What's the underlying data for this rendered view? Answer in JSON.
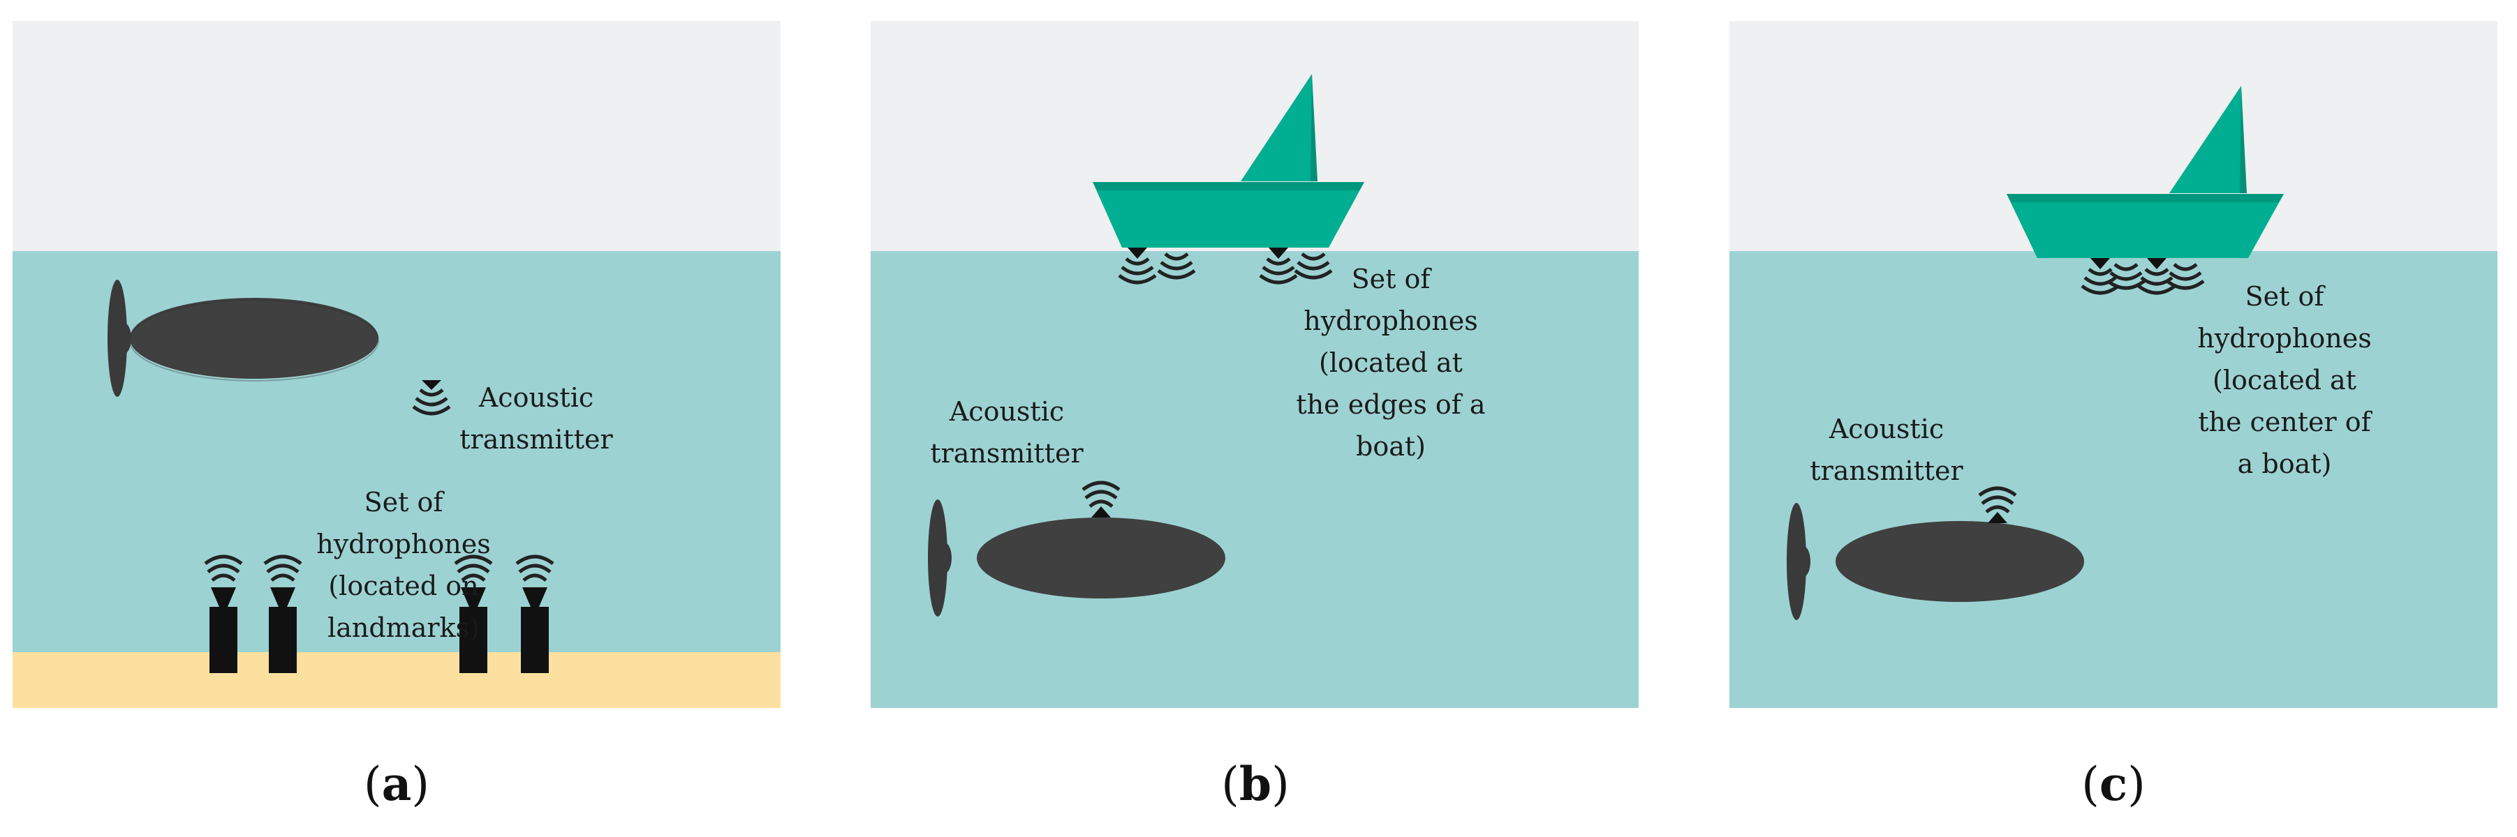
{
  "colors": {
    "sky": "#eff0f1",
    "water": "#9dd2d3",
    "seabed": "#fbe09f",
    "boat": "#00ae91",
    "vehicle": "#404040",
    "device": "#111111"
  },
  "panels": [
    {
      "caption_open": "(",
      "caption_letter": "a",
      "caption_close": ")",
      "hydrophones_label": "Set of\nhydrophones\n(located on\nlandmarks)",
      "transmitter_label": "Acoustic\ntransmitter"
    },
    {
      "caption_open": "(",
      "caption_letter": "b",
      "caption_close": ")",
      "hydrophones_label": "Set of\nhydrophones\n(located at\nthe edges of a\nboat)",
      "transmitter_label": "Acoustic\ntransmitter"
    },
    {
      "caption_open": "(",
      "caption_letter": "c",
      "caption_close": ")",
      "hydrophones_label": "Set of\nhydrophones\n(located at\nthe center of\na boat)",
      "transmitter_label": "Acoustic\ntransmitter"
    }
  ]
}
